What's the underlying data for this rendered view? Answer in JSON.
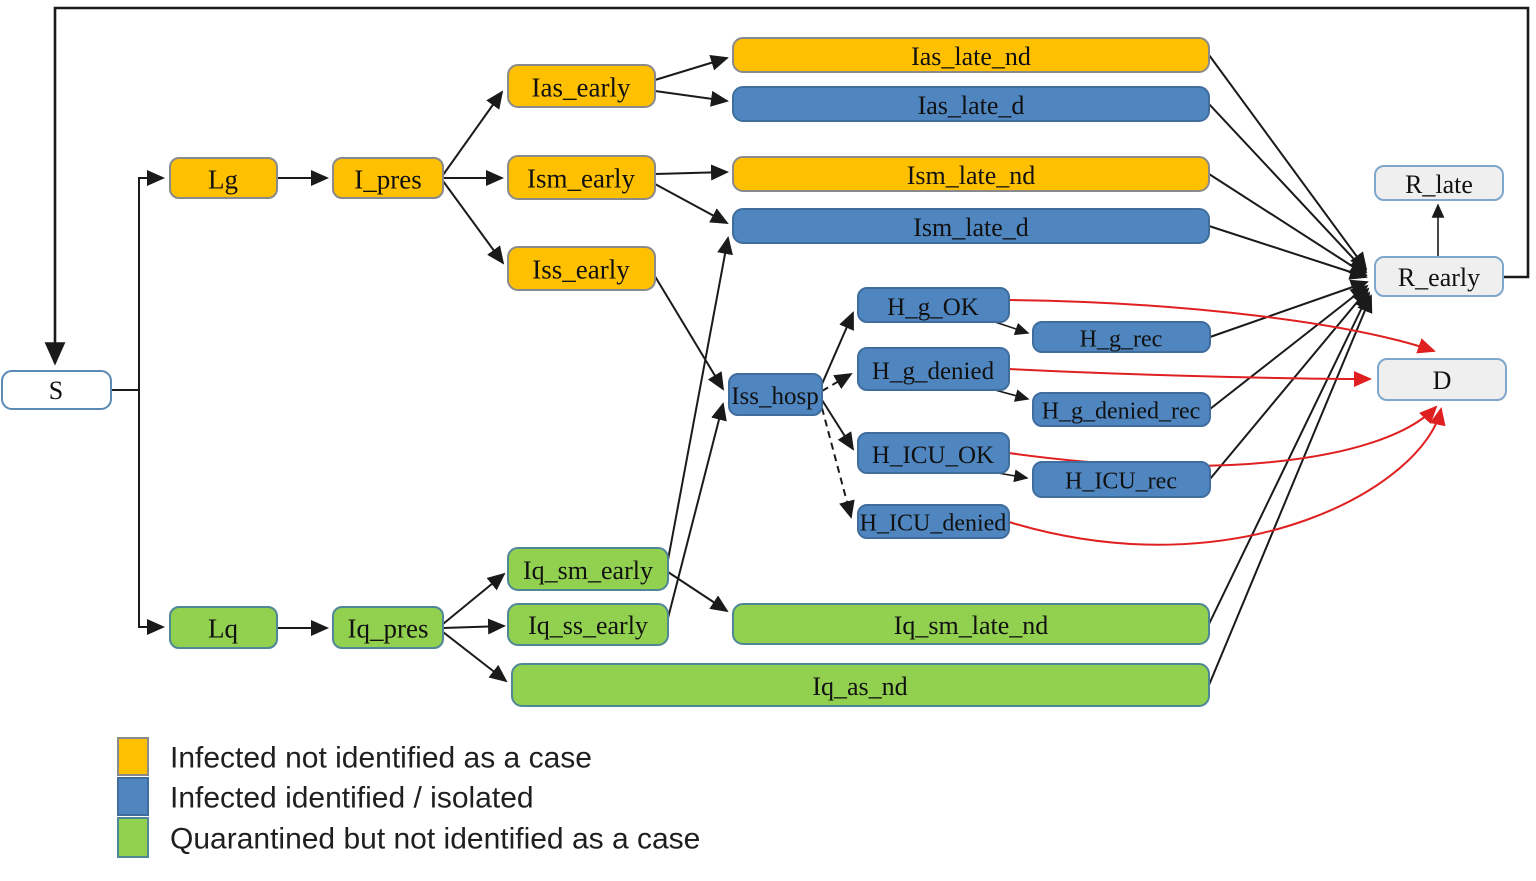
{
  "diagram": {
    "type": "compartment-flow-diagram",
    "nodes": {
      "S": {
        "label": "S",
        "category": "susceptible"
      },
      "Lg": {
        "label": "Lg",
        "category": "infected_not_identified"
      },
      "I_pres": {
        "label": "I_pres",
        "category": "infected_not_identified"
      },
      "Ias_early": {
        "label": "Ias_early",
        "category": "infected_not_identified"
      },
      "Ism_early": {
        "label": "Ism_early",
        "category": "infected_not_identified"
      },
      "Iss_early": {
        "label": "Iss_early",
        "category": "infected_not_identified"
      },
      "Ias_late_nd": {
        "label": "Ias_late_nd",
        "category": "infected_not_identified"
      },
      "Ias_late_d": {
        "label": "Ias_late_d",
        "category": "infected_identified"
      },
      "Ism_late_nd": {
        "label": "Ism_late_nd",
        "category": "infected_not_identified"
      },
      "Ism_late_d": {
        "label": "Ism_late_d",
        "category": "infected_identified"
      },
      "Iss_hosp": {
        "label": "Iss_hosp",
        "category": "infected_identified"
      },
      "H_g_OK": {
        "label": "H_g_OK",
        "category": "infected_identified"
      },
      "H_g_rec": {
        "label": "H_g_rec",
        "category": "infected_identified"
      },
      "H_g_denied": {
        "label": "H_g_denied",
        "category": "infected_identified"
      },
      "H_g_denied_rec": {
        "label": "H_g_denied_rec",
        "category": "infected_identified"
      },
      "H_ICU_OK": {
        "label": "H_ICU_OK",
        "category": "infected_identified"
      },
      "H_ICU_rec": {
        "label": "H_ICU_rec",
        "category": "infected_identified"
      },
      "H_ICU_denied": {
        "label": "H_ICU_denied",
        "category": "infected_identified"
      },
      "R_late": {
        "label": "R_late",
        "category": "terminal"
      },
      "R_early": {
        "label": "R_early",
        "category": "terminal"
      },
      "D": {
        "label": "D",
        "category": "terminal"
      },
      "Lq": {
        "label": "Lq",
        "category": "quarantined"
      },
      "Iq_pres": {
        "label": "Iq_pres",
        "category": "quarantined"
      },
      "Iq_sm_early": {
        "label": "Iq_sm_early",
        "category": "quarantined"
      },
      "Iq_ss_early": {
        "label": "Iq_ss_early",
        "category": "quarantined"
      },
      "Iq_sm_late_nd": {
        "label": "Iq_sm_late_nd",
        "category": "quarantined"
      },
      "Iq_as_nd": {
        "label": "Iq_as_nd",
        "category": "quarantined"
      }
    },
    "edges": [
      {
        "from": "R_early",
        "to": "S",
        "style": "solid",
        "color": "black"
      },
      {
        "from": "S",
        "to": "Lg",
        "style": "solid",
        "color": "black"
      },
      {
        "from": "S",
        "to": "Lq",
        "style": "solid",
        "color": "black"
      },
      {
        "from": "Lg",
        "to": "I_pres",
        "style": "solid",
        "color": "black"
      },
      {
        "from": "I_pres",
        "to": "Ias_early",
        "style": "solid",
        "color": "black"
      },
      {
        "from": "I_pres",
        "to": "Ism_early",
        "style": "solid",
        "color": "black"
      },
      {
        "from": "I_pres",
        "to": "Iss_early",
        "style": "solid",
        "color": "black"
      },
      {
        "from": "Ias_early",
        "to": "Ias_late_nd",
        "style": "solid",
        "color": "black"
      },
      {
        "from": "Ias_early",
        "to": "Ias_late_d",
        "style": "solid",
        "color": "black"
      },
      {
        "from": "Ism_early",
        "to": "Ism_late_nd",
        "style": "solid",
        "color": "black"
      },
      {
        "from": "Ism_early",
        "to": "Ism_late_d",
        "style": "solid",
        "color": "black"
      },
      {
        "from": "Iss_early",
        "to": "Iss_hosp",
        "style": "solid",
        "color": "black"
      },
      {
        "from": "Iq_sm_early",
        "to": "Ism_late_d",
        "style": "solid",
        "color": "black"
      },
      {
        "from": "Iq_sm_early",
        "to": "Iq_sm_late_nd",
        "style": "solid",
        "color": "black"
      },
      {
        "from": "Iq_ss_early",
        "to": "Iss_hosp",
        "style": "solid",
        "color": "black"
      },
      {
        "from": "Lq",
        "to": "Iq_pres",
        "style": "solid",
        "color": "black"
      },
      {
        "from": "Iq_pres",
        "to": "Iq_sm_early",
        "style": "solid",
        "color": "black"
      },
      {
        "from": "Iq_pres",
        "to": "Iq_ss_early",
        "style": "solid",
        "color": "black"
      },
      {
        "from": "Iq_pres",
        "to": "Iq_as_nd",
        "style": "solid",
        "color": "black"
      },
      {
        "from": "Iss_hosp",
        "to": "H_g_OK",
        "style": "solid",
        "color": "black"
      },
      {
        "from": "Iss_hosp",
        "to": "H_g_denied",
        "style": "dashed",
        "color": "black"
      },
      {
        "from": "Iss_hosp",
        "to": "H_ICU_OK",
        "style": "solid",
        "color": "black"
      },
      {
        "from": "Iss_hosp",
        "to": "H_ICU_denied",
        "style": "dashed",
        "color": "black"
      },
      {
        "from": "H_g_OK",
        "to": "H_g_rec",
        "style": "solid",
        "color": "black"
      },
      {
        "from": "H_g_denied",
        "to": "H_g_denied_rec",
        "style": "solid",
        "color": "black"
      },
      {
        "from": "H_ICU_OK",
        "to": "H_ICU_rec",
        "style": "solid",
        "color": "black"
      },
      {
        "from": "Ias_late_nd",
        "to": "R_early",
        "style": "solid",
        "color": "black"
      },
      {
        "from": "Ias_late_d",
        "to": "R_early",
        "style": "solid",
        "color": "black"
      },
      {
        "from": "Ism_late_nd",
        "to": "R_early",
        "style": "solid",
        "color": "black"
      },
      {
        "from": "Ism_late_d",
        "to": "R_early",
        "style": "solid",
        "color": "black"
      },
      {
        "from": "H_g_rec",
        "to": "R_early",
        "style": "solid",
        "color": "black"
      },
      {
        "from": "H_g_denied_rec",
        "to": "R_early",
        "style": "solid",
        "color": "black"
      },
      {
        "from": "H_ICU_rec",
        "to": "R_early",
        "style": "solid",
        "color": "black"
      },
      {
        "from": "Iq_sm_late_nd",
        "to": "R_early",
        "style": "solid",
        "color": "black"
      },
      {
        "from": "Iq_as_nd",
        "to": "R_early",
        "style": "solid",
        "color": "black"
      },
      {
        "from": "R_early",
        "to": "R_late",
        "style": "solid",
        "color": "black"
      },
      {
        "from": "H_g_OK",
        "to": "D",
        "style": "solid",
        "color": "red"
      },
      {
        "from": "H_g_denied",
        "to": "D",
        "style": "solid",
        "color": "red"
      },
      {
        "from": "H_ICU_OK",
        "to": "D",
        "style": "solid",
        "color": "red"
      },
      {
        "from": "H_ICU_denied",
        "to": "D",
        "style": "solid",
        "color": "red"
      }
    ],
    "colors": {
      "infected_not_identified": "#FFC000",
      "infected_identified": "#4F86C0",
      "quarantined": "#92D050",
      "susceptible_fill": "#FFFFFF",
      "terminal_fill": "#EFEFEF",
      "arrow": "#1A1A1A",
      "death_arrow": "#E02020"
    },
    "legend": {
      "items": [
        {
          "label": "Infected not identified as a case",
          "color": "#FFC000"
        },
        {
          "label": "Infected identified / isolated",
          "color": "#4F86C0"
        },
        {
          "label": "Quarantined but not identified as a case",
          "color": "#92D050"
        }
      ]
    }
  }
}
